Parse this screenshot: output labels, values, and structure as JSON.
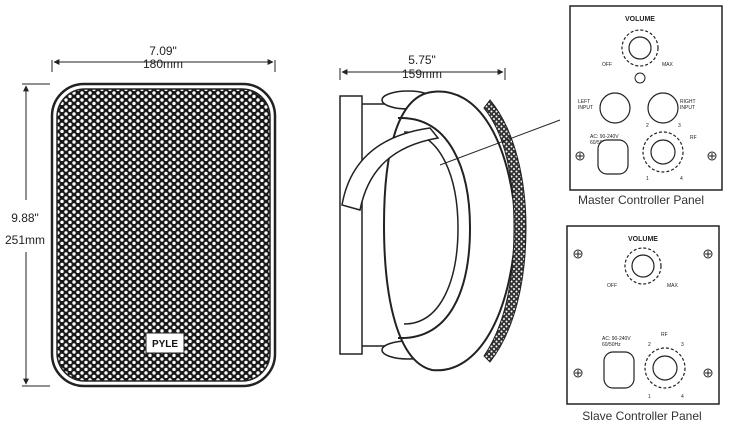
{
  "front_view": {
    "width_in": "7.09\"",
    "width_mm": "180mm",
    "height_in": "9.88\"",
    "height_mm": "251mm",
    "brand_logo": "PYLE"
  },
  "side_view": {
    "depth_in": "5.75\"",
    "depth_mm": "159mm"
  },
  "master_panel": {
    "volume": "VOLUME",
    "off": "OFF",
    "max": "MAX",
    "left_input_1": "LEFT",
    "left_input_2": "INPUT",
    "right_input_1": "RIGHT",
    "right_input_2": "INPUT",
    "power_1": "AC: 90-240V",
    "power_2": "60/50Hz",
    "rf": "RF",
    "ch1": "1",
    "ch2": "2",
    "ch3": "3",
    "ch4": "4",
    "caption": "Master Controller Panel"
  },
  "slave_panel": {
    "volume": "VOLUME",
    "off": "OFF",
    "max": "MAX",
    "power_1": "AC: 90-240V",
    "power_2": "60/50Hz",
    "rf": "RF",
    "ch1": "1",
    "ch2": "2",
    "ch3": "3",
    "ch4": "4",
    "caption": "Slave Controller Panel"
  },
  "colors": {
    "line": "#222222",
    "fill": "#ffffff",
    "grille": "#1a1a1a"
  }
}
